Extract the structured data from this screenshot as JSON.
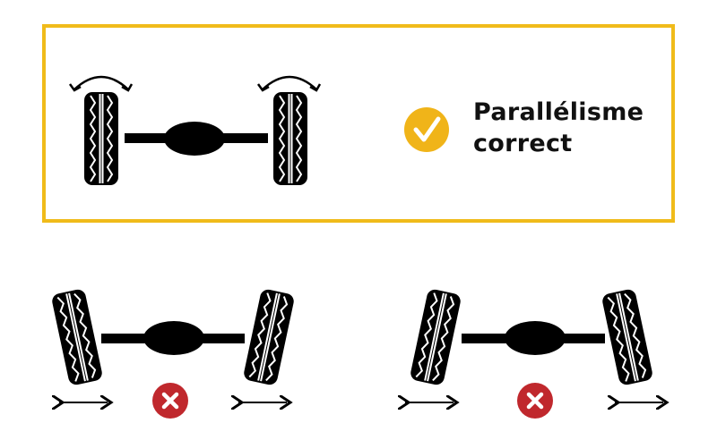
{
  "colors": {
    "panel_border": "#f0bb1a",
    "check_badge": "#f0b419",
    "error_badge": "#c0282d",
    "ink": "#000000"
  },
  "correct": {
    "title_line1": "Parallélisme",
    "title_line2": "correct",
    "status_icon": "check-circle-icon"
  },
  "incorrect": [
    {
      "status_icon": "x-circle-icon",
      "badge_text": "x",
      "type": "toe-out"
    },
    {
      "status_icon": "x-circle-icon",
      "badge_text": "x",
      "type": "toe-in"
    }
  ]
}
